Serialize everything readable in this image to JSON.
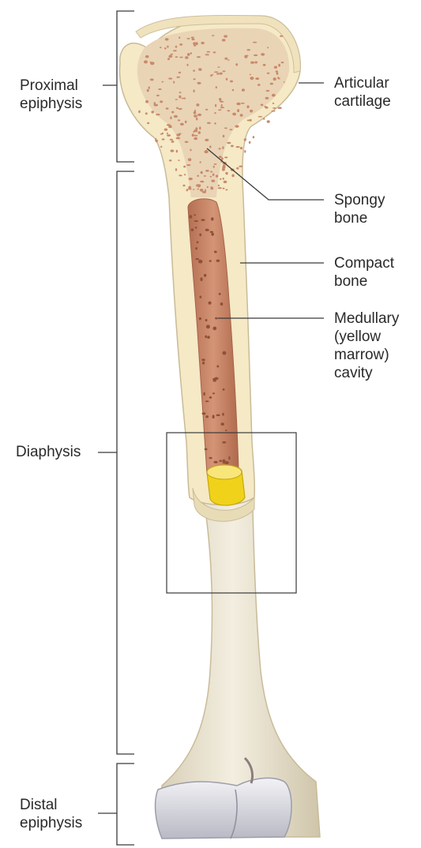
{
  "labels": {
    "proximal_epiphysis": [
      "Proximal",
      "epiphysis"
    ],
    "diaphysis": [
      "Diaphysis"
    ],
    "distal_epiphysis": [
      "Distal",
      "epiphysis"
    ],
    "articular_cartilage": [
      "Articular",
      "cartilage"
    ],
    "spongy_bone": [
      "Spongy",
      "bone"
    ],
    "compact_bone": [
      "Compact",
      "bone"
    ],
    "medullary_cavity": [
      "Medullary",
      "(yellow",
      "marrow)",
      "cavity"
    ]
  },
  "colors": {
    "bone_shaft": "#ece6d4",
    "bone_outline": "#c9bb98",
    "compact_bone": "#f4e6bd",
    "spongy_bone": "#c98a6a",
    "medullary_cavity": "#c58466",
    "yellow_marrow": "#f2d31e",
    "articular_cartilage": "#e4e4ea",
    "leader_line": "#3a3a3a"
  }
}
